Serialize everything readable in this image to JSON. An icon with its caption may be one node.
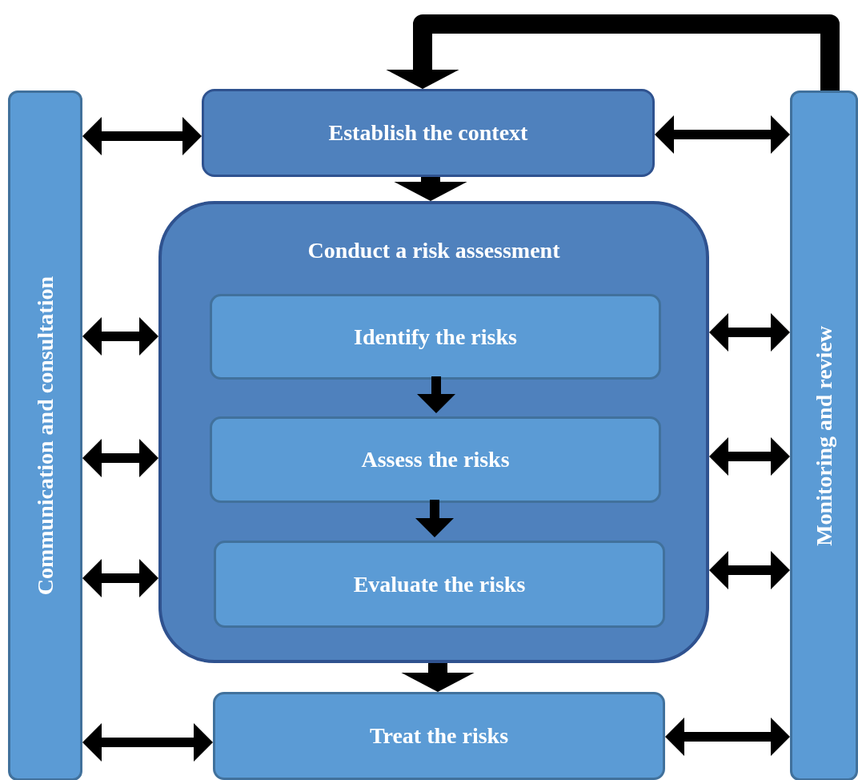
{
  "diagram": {
    "nodes": [
      {
        "text": [
          "Communication and consultation"
        ]
      },
      {
        "text": [
          "Establish the context"
        ]
      },
      {
        "text": [
          "Conduct a risk assessment"
        ]
      },
      {
        "text": [
          "Identify the risks"
        ],
        "in": 2
      },
      {
        "text": [
          "Assess the risks"
        ],
        "in": 2
      },
      {
        "text": [
          "Evaluate the risks"
        ],
        "in": 2
      },
      {
        "text": [
          "Treat the risks"
        ]
      },
      {
        "text": [
          "Monitoring and review"
        ]
      }
    ],
    "edges": [
      {
        "from": 1,
        "to": 2,
        "arrow": "to",
        "style": "thick"
      },
      {
        "from": 3,
        "to": 4,
        "arrow": "to"
      },
      {
        "from": 4,
        "to": 5,
        "arrow": "to"
      },
      {
        "from": 2,
        "to": 6,
        "arrow": "to",
        "style": "thick"
      },
      {
        "from": 7,
        "to": 1,
        "arrow": "to",
        "style": "thick"
      },
      {
        "from": 0,
        "to": 1,
        "arrow": "both"
      },
      {
        "from": 0,
        "to": 2,
        "arrow": "both"
      },
      {
        "from": 0,
        "to": 2,
        "arrow": "both"
      },
      {
        "from": 0,
        "to": 2,
        "arrow": "both"
      },
      {
        "from": 0,
        "to": 6,
        "arrow": "both"
      },
      {
        "from": 7,
        "to": 1,
        "arrow": "both"
      },
      {
        "from": 7,
        "to": 2,
        "arrow": "both"
      },
      {
        "from": 7,
        "to": 2,
        "arrow": "both"
      },
      {
        "from": 7,
        "to": 2,
        "arrow": "both"
      },
      {
        "from": 7,
        "to": 6,
        "arrow": "both"
      }
    ]
  }
}
